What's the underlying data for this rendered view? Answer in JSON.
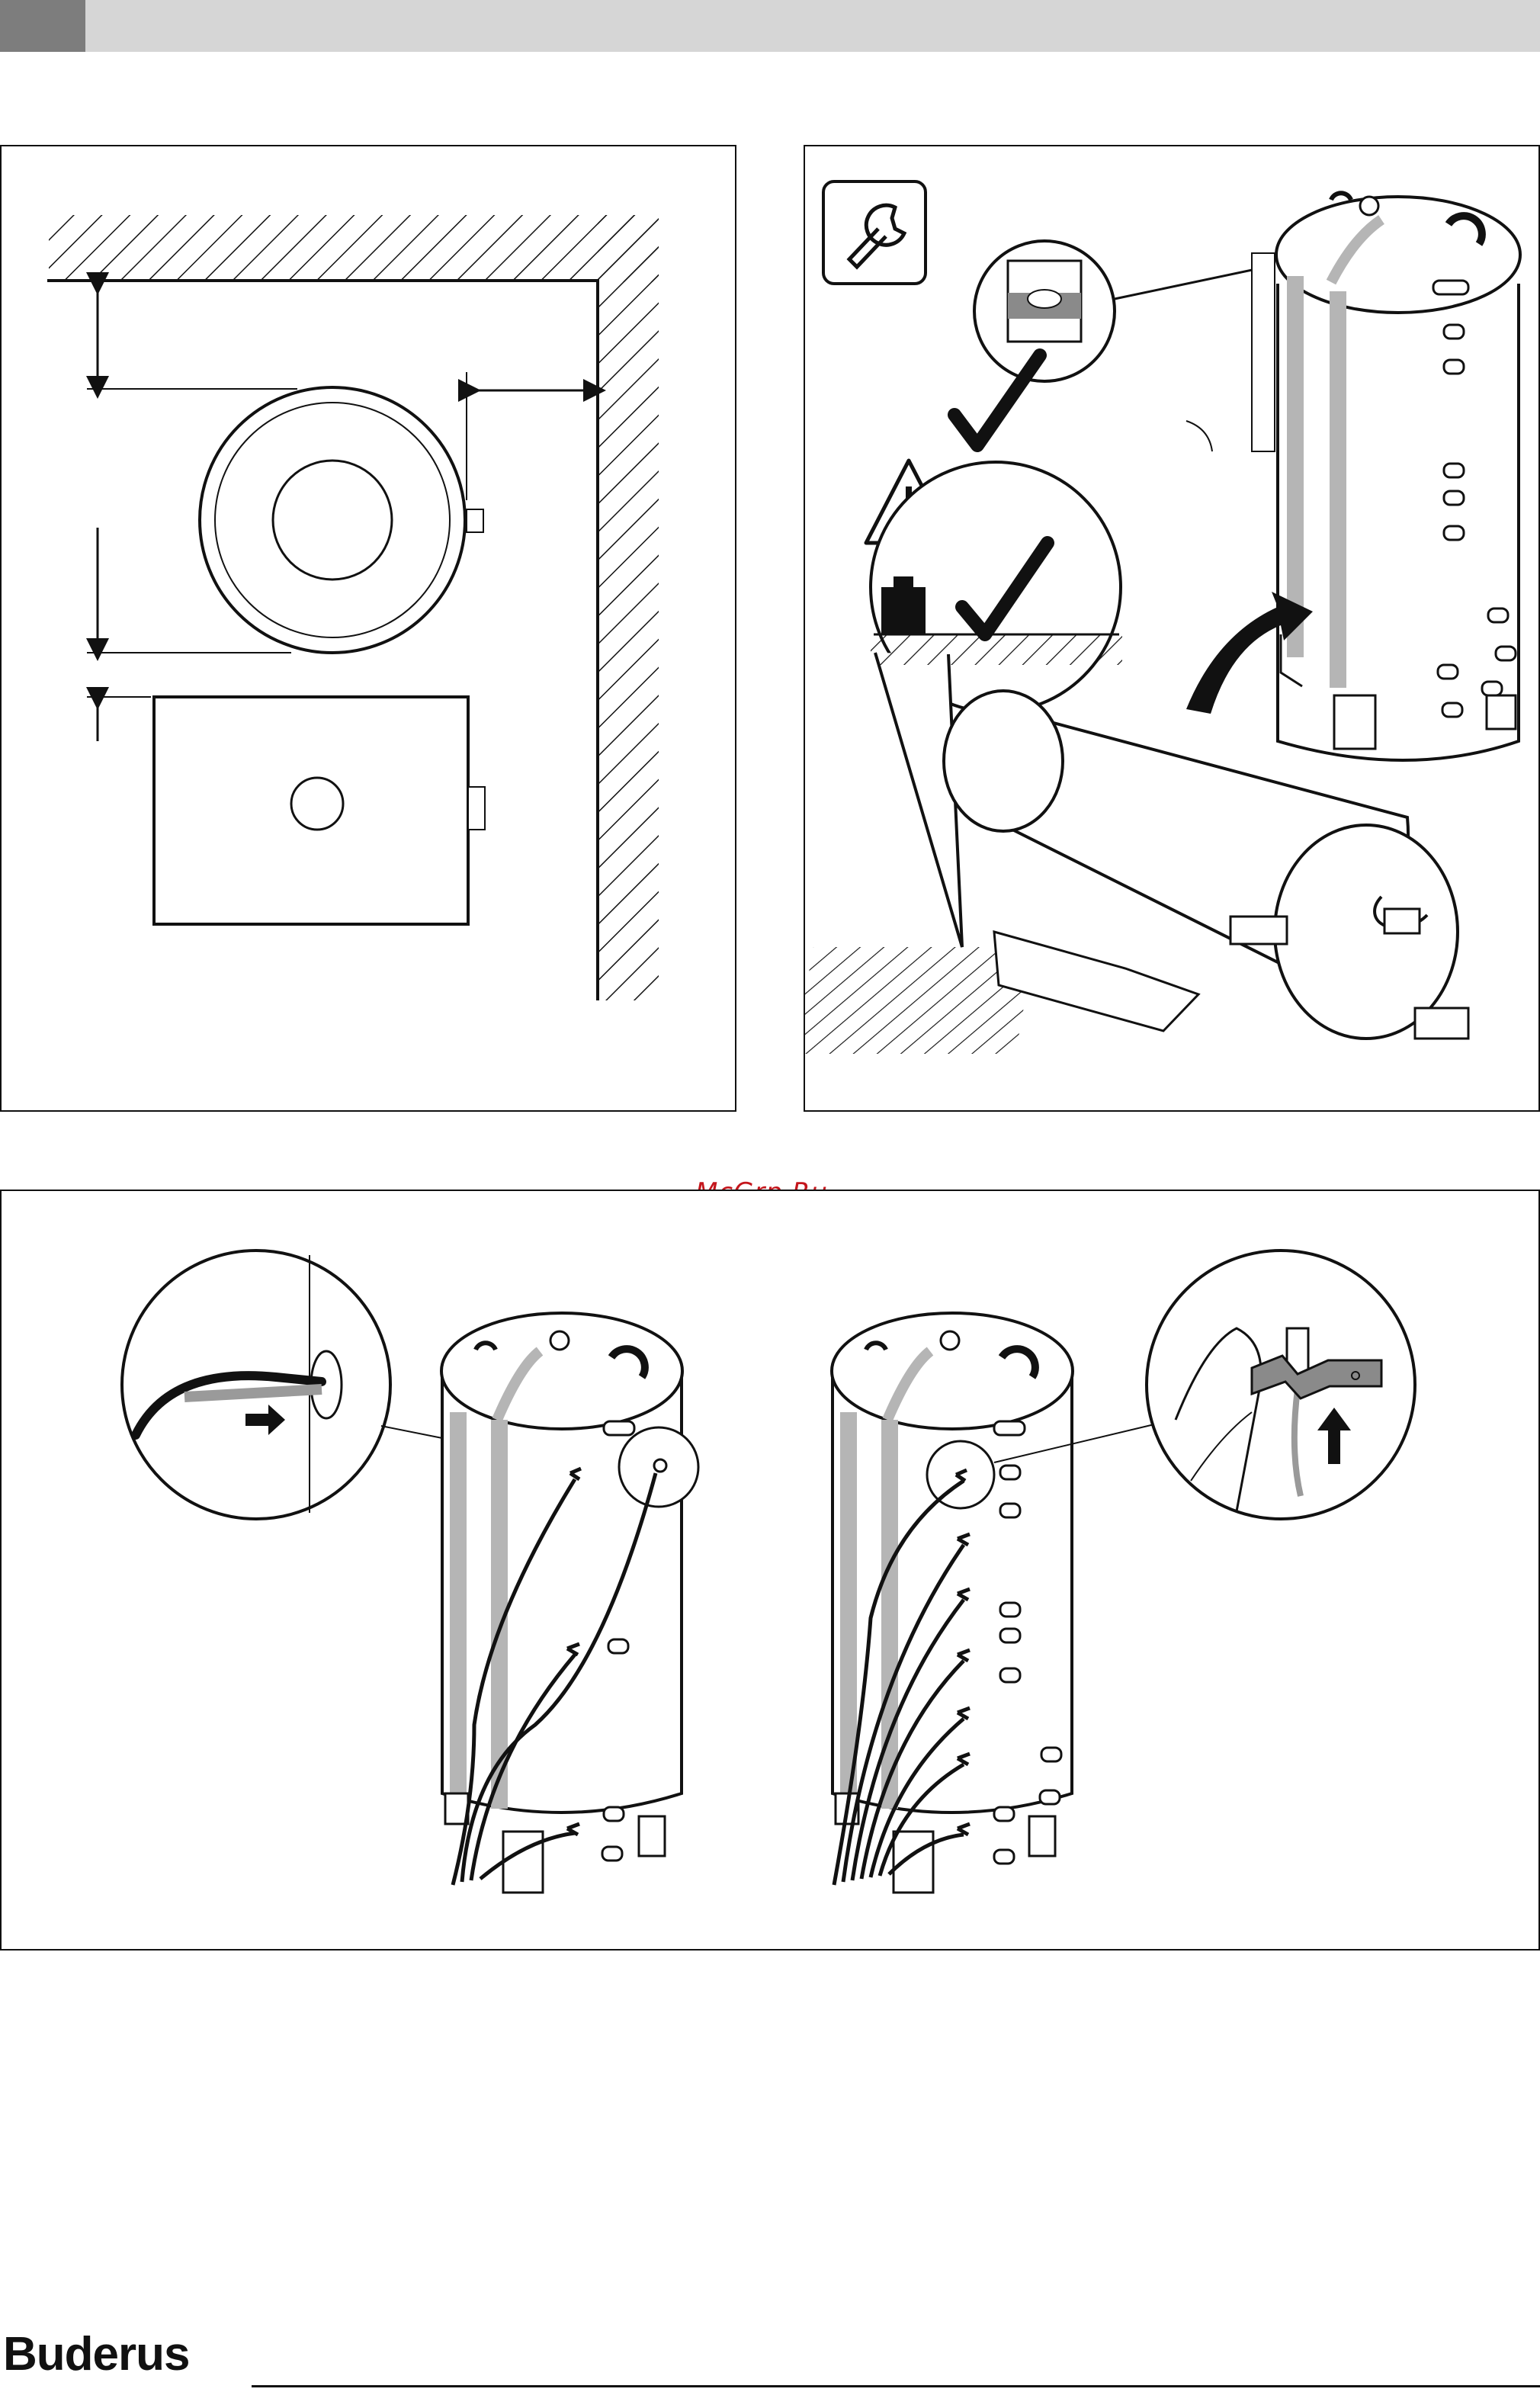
{
  "header": {
    "bar_color": "#d6d6d6",
    "tab_color": "#7d7d7d"
  },
  "panels": [
    {
      "id": "installation-clearances",
      "description_icons": [
        "wall-hatch",
        "dimension-arrows",
        "tank-top-view"
      ]
    },
    {
      "id": "level-and-erect",
      "description_icons": [
        "wrench-icon",
        "warning-icon",
        "checkmark-icon",
        "weight-icon",
        "curved-arrow-icon"
      ]
    },
    {
      "id": "sensor-mounting",
      "description_icons": [
        "sensor-insert-detail",
        "clamp-detail",
        "up-arrow-icon"
      ]
    }
  ],
  "watermark": {
    "text": "McGrp.Ru",
    "color": "#c4161c"
  },
  "footer": {
    "brand": "Buderus"
  }
}
